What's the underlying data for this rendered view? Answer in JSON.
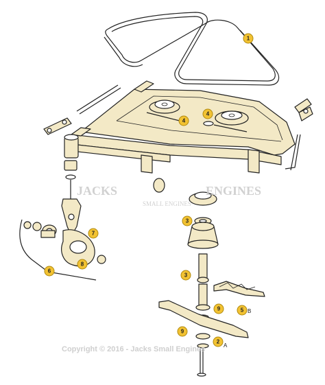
{
  "callouts": {
    "c1": "1",
    "c2": "2",
    "c3a": "3",
    "c3b": "3",
    "c4a": "4",
    "c4b": "4",
    "c5": "5",
    "c6": "6",
    "c7": "7",
    "c8": "8",
    "c9a": "9",
    "c9b": "9"
  },
  "letters": {
    "blade_a": "A",
    "blade_b": "B"
  },
  "watermark": {
    "brand": "JACKS",
    "line2": "SMALL ENGINES",
    "line1_right": "ENGINES"
  },
  "copyright": "Copyright © 2016 - Jacks Small Engines",
  "colors": {
    "callout_fill": "#f2c232",
    "part_fill": "#f3e9c6",
    "outline": "#222222"
  }
}
